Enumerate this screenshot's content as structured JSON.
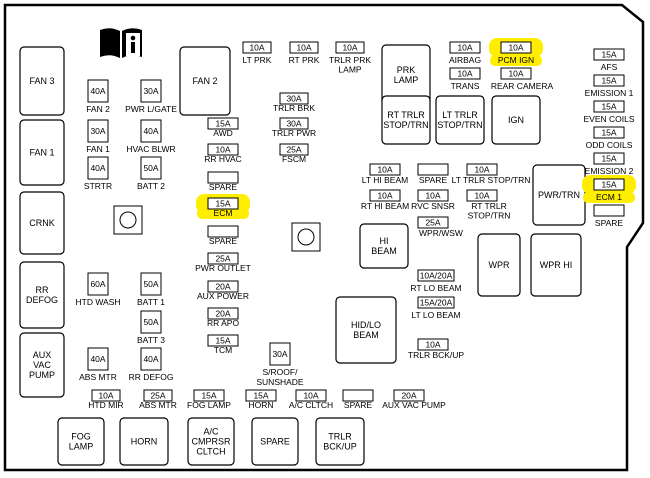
{
  "colors": {
    "highlight": "#ffee00",
    "outline": "#000000",
    "background": "#ffffff"
  },
  "icons": {
    "manual": "owner-manual-info-icon"
  },
  "relays": [
    {
      "id": "fan3",
      "label": [
        "FAN 3"
      ]
    },
    {
      "id": "fan2",
      "label": [
        "FAN 2"
      ]
    },
    {
      "id": "fan1",
      "label": [
        "FAN 1"
      ]
    },
    {
      "id": "crnk",
      "label": [
        "CRNK"
      ]
    },
    {
      "id": "rrdefog",
      "label": [
        "RR",
        "DEFOG"
      ]
    },
    {
      "id": "auxvac",
      "label": [
        "AUX",
        "VAC",
        "PUMP"
      ]
    },
    {
      "id": "prklamp",
      "label": [
        "PRK",
        "LAMP"
      ]
    },
    {
      "id": "rttrlr",
      "label": [
        "RT TRLR",
        "STOP/TRN"
      ]
    },
    {
      "id": "lttrlr",
      "label": [
        "LT TRLR",
        "STOP/TRN"
      ]
    },
    {
      "id": "ign",
      "label": [
        "IGN"
      ]
    },
    {
      "id": "pwrtrn",
      "label": [
        "PWR/TRN"
      ]
    },
    {
      "id": "hibeam",
      "label": [
        "HI",
        "BEAM"
      ]
    },
    {
      "id": "wpr",
      "label": [
        "WPR"
      ]
    },
    {
      "id": "wprhi",
      "label": [
        "WPR HI"
      ]
    },
    {
      "id": "hidlo",
      "label": [
        "HID/LO",
        "BEAM"
      ]
    },
    {
      "id": "foglamp",
      "label": [
        "FOG",
        "LAMP"
      ]
    },
    {
      "id": "horn",
      "label": [
        "HORN"
      ]
    },
    {
      "id": "acclutch",
      "label": [
        "A/C",
        "CMPRSR",
        "CLTCH"
      ]
    },
    {
      "id": "spare",
      "label": [
        "SPARE"
      ]
    },
    {
      "id": "trlrbck",
      "label": [
        "TRLR",
        "BCK/UP"
      ]
    }
  ],
  "maxi_fuses": [
    {
      "id": "fan2",
      "rating": "40A",
      "label": [
        "FAN 2"
      ]
    },
    {
      "id": "pwrlgate",
      "rating": "30A",
      "label": [
        "PWR L/GATE"
      ]
    },
    {
      "id": "fan1",
      "rating": "30A",
      "label": [
        "FAN 1"
      ]
    },
    {
      "id": "hvac",
      "rating": "40A",
      "label": [
        "HVAC BLWR"
      ]
    },
    {
      "id": "strtr",
      "rating": "40A",
      "label": [
        "STRTR"
      ]
    },
    {
      "id": "batt2",
      "rating": "50A",
      "label": [
        "BATT 2"
      ]
    },
    {
      "id": "htdwash",
      "rating": "60A",
      "label": [
        "HTD WASH"
      ]
    },
    {
      "id": "batt1",
      "rating": "50A",
      "label": [
        "BATT 1"
      ]
    },
    {
      "id": "batt3",
      "rating": "50A",
      "label": [
        "BATT 3"
      ]
    },
    {
      "id": "absmtr",
      "rating": "40A",
      "label": [
        "ABS MTR"
      ]
    },
    {
      "id": "rrdefog",
      "rating": "40A",
      "label": [
        "RR DEFOG"
      ]
    },
    {
      "id": "sroof",
      "rating": "30A",
      "label": [
        "S/ROOF/",
        "SUNSHADE"
      ]
    }
  ],
  "mini_fuses": [
    {
      "id": "ltprk",
      "rating": "10A",
      "label": [
        "LT PRK"
      ]
    },
    {
      "id": "rtprk",
      "rating": "10A",
      "label": [
        "RT PRK"
      ]
    },
    {
      "id": "trlrprk",
      "rating": "10A",
      "label": [
        "TRLR PRK",
        "LAMP"
      ]
    },
    {
      "id": "airbag",
      "rating": "10A",
      "label": [
        "AIRBAG"
      ]
    },
    {
      "id": "pcmign",
      "rating": "10A",
      "label": [
        "PCM IGN"
      ],
      "highlight": true
    },
    {
      "id": "trans",
      "rating": "10A",
      "label": [
        "TRANS"
      ]
    },
    {
      "id": "rearcam",
      "rating": "10A",
      "label": [
        "REAR CAMERA"
      ]
    },
    {
      "id": "afs",
      "rating": "15A",
      "label": [
        "AFS"
      ]
    },
    {
      "id": "emission1",
      "rating": "15A",
      "label": [
        "EMISSION 1"
      ]
    },
    {
      "id": "evencoils",
      "rating": "15A",
      "label": [
        "EVEN COILS"
      ]
    },
    {
      "id": "oddcoils",
      "rating": "15A",
      "label": [
        "ODD COILS"
      ]
    },
    {
      "id": "emission2",
      "rating": "15A",
      "label": [
        "EMISSION 2"
      ]
    },
    {
      "id": "ecm1",
      "rating": "15A",
      "label": [
        "ECM 1"
      ],
      "highlight": true
    },
    {
      "id": "spare_r",
      "rating": "",
      "label": [
        "SPARE"
      ]
    },
    {
      "id": "trlrbrk",
      "rating": "30A",
      "label": [
        "TRLR BRK"
      ]
    },
    {
      "id": "trlrpwr",
      "rating": "30A",
      "label": [
        "TRLR PWR"
      ]
    },
    {
      "id": "fscm",
      "rating": "25A",
      "label": [
        "FSCM"
      ]
    },
    {
      "id": "awd",
      "rating": "15A",
      "label": [
        "AWD"
      ]
    },
    {
      "id": "rrhvac",
      "rating": "10A",
      "label": [
        "RR HVAC"
      ]
    },
    {
      "id": "spare_c1",
      "rating": "",
      "label": [
        "SPARE"
      ]
    },
    {
      "id": "ecm",
      "rating": "15A",
      "label": [
        "ECM"
      ],
      "highlight": true
    },
    {
      "id": "spare_c2",
      "rating": "",
      "label": [
        "SPARE"
      ]
    },
    {
      "id": "pwroutlet",
      "rating": "25A",
      "label": [
        "PWR OUTLET"
      ]
    },
    {
      "id": "auxpower",
      "rating": "20A",
      "label": [
        "AUX POWER"
      ]
    },
    {
      "id": "rrapo",
      "rating": "20A",
      "label": [
        "RR APO"
      ]
    },
    {
      "id": "tcm",
      "rating": "15A",
      "label": [
        "TCM"
      ]
    },
    {
      "id": "lthibeam",
      "rating": "10A",
      "label": [
        "LT HI BEAM"
      ]
    },
    {
      "id": "spare_m",
      "rating": "",
      "label": [
        "SPARE"
      ]
    },
    {
      "id": "lttrlrstop",
      "rating": "10A",
      "label": [
        "LT TRLR STOP/TRN"
      ]
    },
    {
      "id": "rthibeam",
      "rating": "10A",
      "label": [
        "RT HI BEAM"
      ]
    },
    {
      "id": "rvcsnsr",
      "rating": "10A",
      "label": [
        "RVC SNSR"
      ]
    },
    {
      "id": "rttrlrstop",
      "rating": "10A",
      "label": [
        "RT TRLR",
        "STOP/TRN"
      ]
    },
    {
      "id": "wprwsw",
      "rating": "25A",
      "label": [
        "WPR/WSW"
      ]
    },
    {
      "id": "rtlobeam",
      "rating": "10A/20A",
      "label": [
        "RT LO BEAM"
      ]
    },
    {
      "id": "ltlobeam",
      "rating": "15A/20A",
      "label": [
        "LT LO BEAM"
      ]
    },
    {
      "id": "trlrbckup",
      "rating": "10A",
      "label": [
        "TRLR BCK/UP"
      ]
    },
    {
      "id": "htdmir",
      "rating": "10A",
      "label": [
        "HTD MIR"
      ]
    },
    {
      "id": "absmtr2",
      "rating": "25A",
      "label": [
        "ABS MTR"
      ]
    },
    {
      "id": "foglamp",
      "rating": "15A",
      "label": [
        "FOG LAMP"
      ]
    },
    {
      "id": "horn",
      "rating": "15A",
      "label": [
        "HORN"
      ]
    },
    {
      "id": "acclth",
      "rating": "10A",
      "label": [
        "A/C CLTCH"
      ]
    },
    {
      "id": "spare_b",
      "rating": "",
      "label": [
        "SPARE"
      ]
    },
    {
      "id": "auxvac",
      "rating": "20A",
      "label": [
        "AUX VAC PUMP"
      ]
    }
  ]
}
